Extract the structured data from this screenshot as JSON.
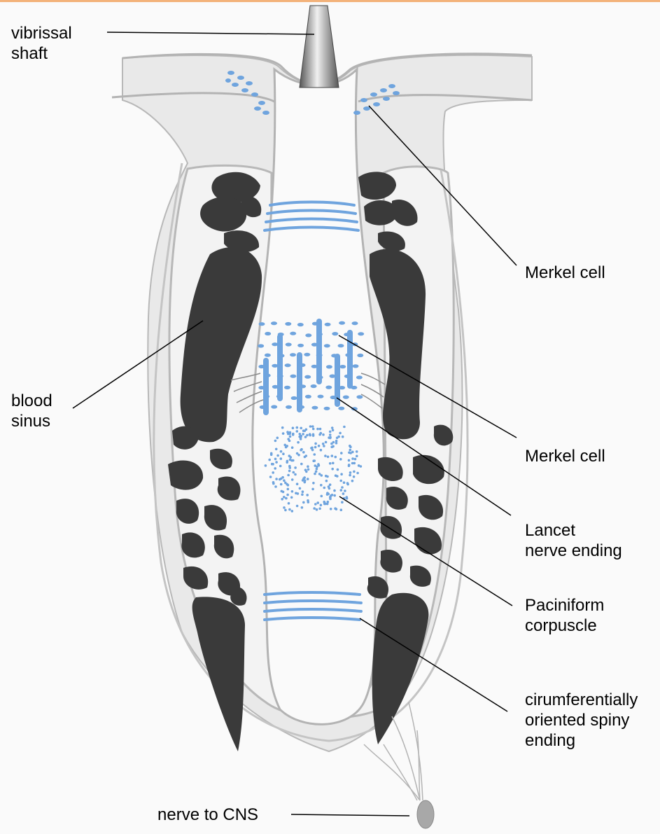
{
  "labels": {
    "vibrissal_shaft": "vibrissal\nshaft",
    "merkel_cell_top": "Merkel cell",
    "blood_sinus": "blood\nsinus",
    "merkel_cell_mid": "Merkel cell",
    "lancet": "Lancet\nnerve ending",
    "paciniform": "Paciniform\ncorpuscle",
    "spiny": "cirumferentially\noriented spiny\nending",
    "nerve_to_cns": "nerve to CNS"
  },
  "colors": {
    "background": "#fafafa",
    "outer_sheath": "#e6e6e6",
    "inner_sheath": "#f2f2f2",
    "outline": "#b3b3b3",
    "sinus_tissue": "#3a3a3a",
    "nerve_ending": "#6fa4de",
    "leader_line": "#000000"
  }
}
